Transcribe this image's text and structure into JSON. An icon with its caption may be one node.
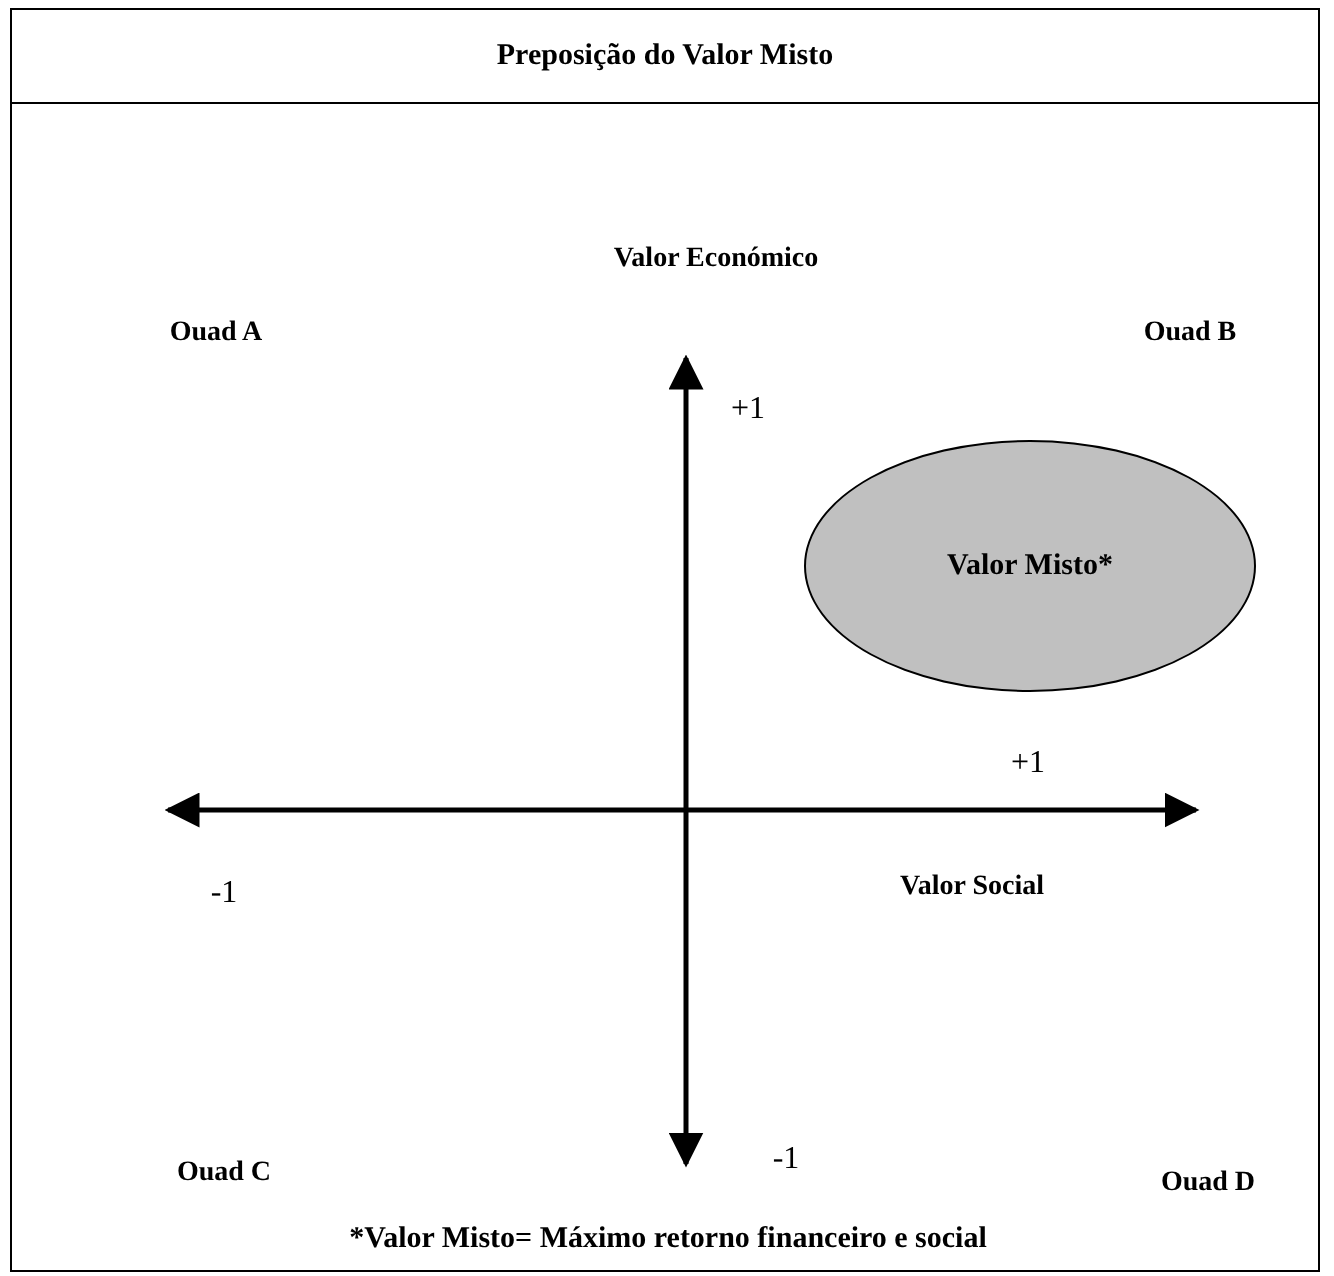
{
  "diagram": {
    "title": "Preposição do Valor Misto",
    "nodes": [
      {
        "text": [
          "Valor Misto*"
        ]
      }
    ],
    "labels": [
      "Valor Económico",
      "Ouad A",
      "Ouad B",
      "+1",
      "+1",
      "-1",
      "Valor Social",
      "-1",
      "Ouad C",
      "Ouad D"
    ],
    "caption": "*Valor Misto= Máximo retorno financeiro e social"
  }
}
